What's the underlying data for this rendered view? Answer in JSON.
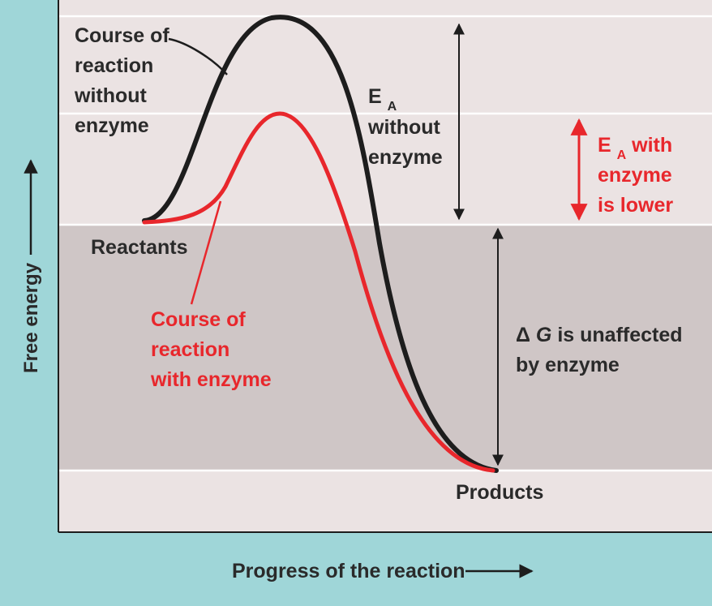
{
  "axes": {
    "y_label": "Free energy",
    "x_label": "Progress of the reaction"
  },
  "labels": {
    "without_enzyme": [
      "Course of",
      "reaction",
      "without",
      "enzyme"
    ],
    "with_enzyme": [
      "Course of",
      "reaction",
      "with enzyme"
    ],
    "reactants": "Reactants",
    "products": "Products",
    "ea_without": {
      "symbol": "E",
      "subscript": "A",
      "lines": [
        "without",
        "enzyme"
      ]
    },
    "ea_with": {
      "symbol": "E",
      "subscript": "A",
      "suffix": " with",
      "lines": [
        "enzyme",
        "is lower"
      ]
    },
    "delta_g": {
      "symbol": "Δ",
      "italic": "G",
      "suffix": " is unaffected",
      "line2": "by enzyme"
    }
  },
  "colors": {
    "background": "#9fd6d8",
    "panel_light": "#ebe3e3",
    "panel_dark": "#cfc6c6",
    "curve_without": "#1d1d1d",
    "curve_with": "#e8272c",
    "text": "#2a2a2a",
    "accent_red": "#e8272c"
  }
}
